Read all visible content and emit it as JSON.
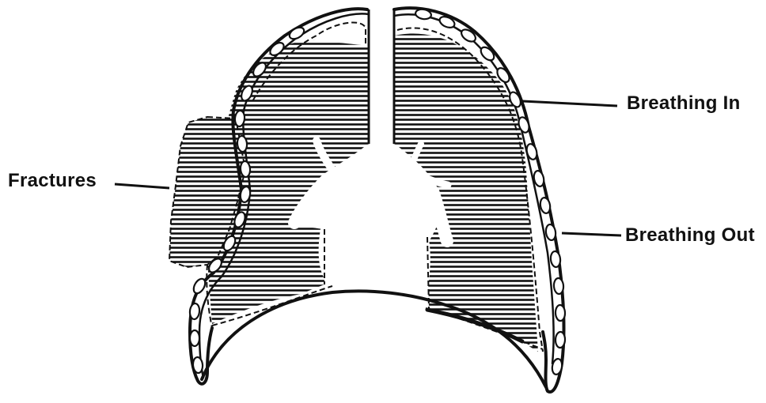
{
  "labels": {
    "fractures": "Fractures",
    "breathing_in": "Breathing In",
    "breathing_out": "Breathing Out"
  },
  "colors": {
    "ink": "#111111",
    "paper": "#ffffff"
  }
}
